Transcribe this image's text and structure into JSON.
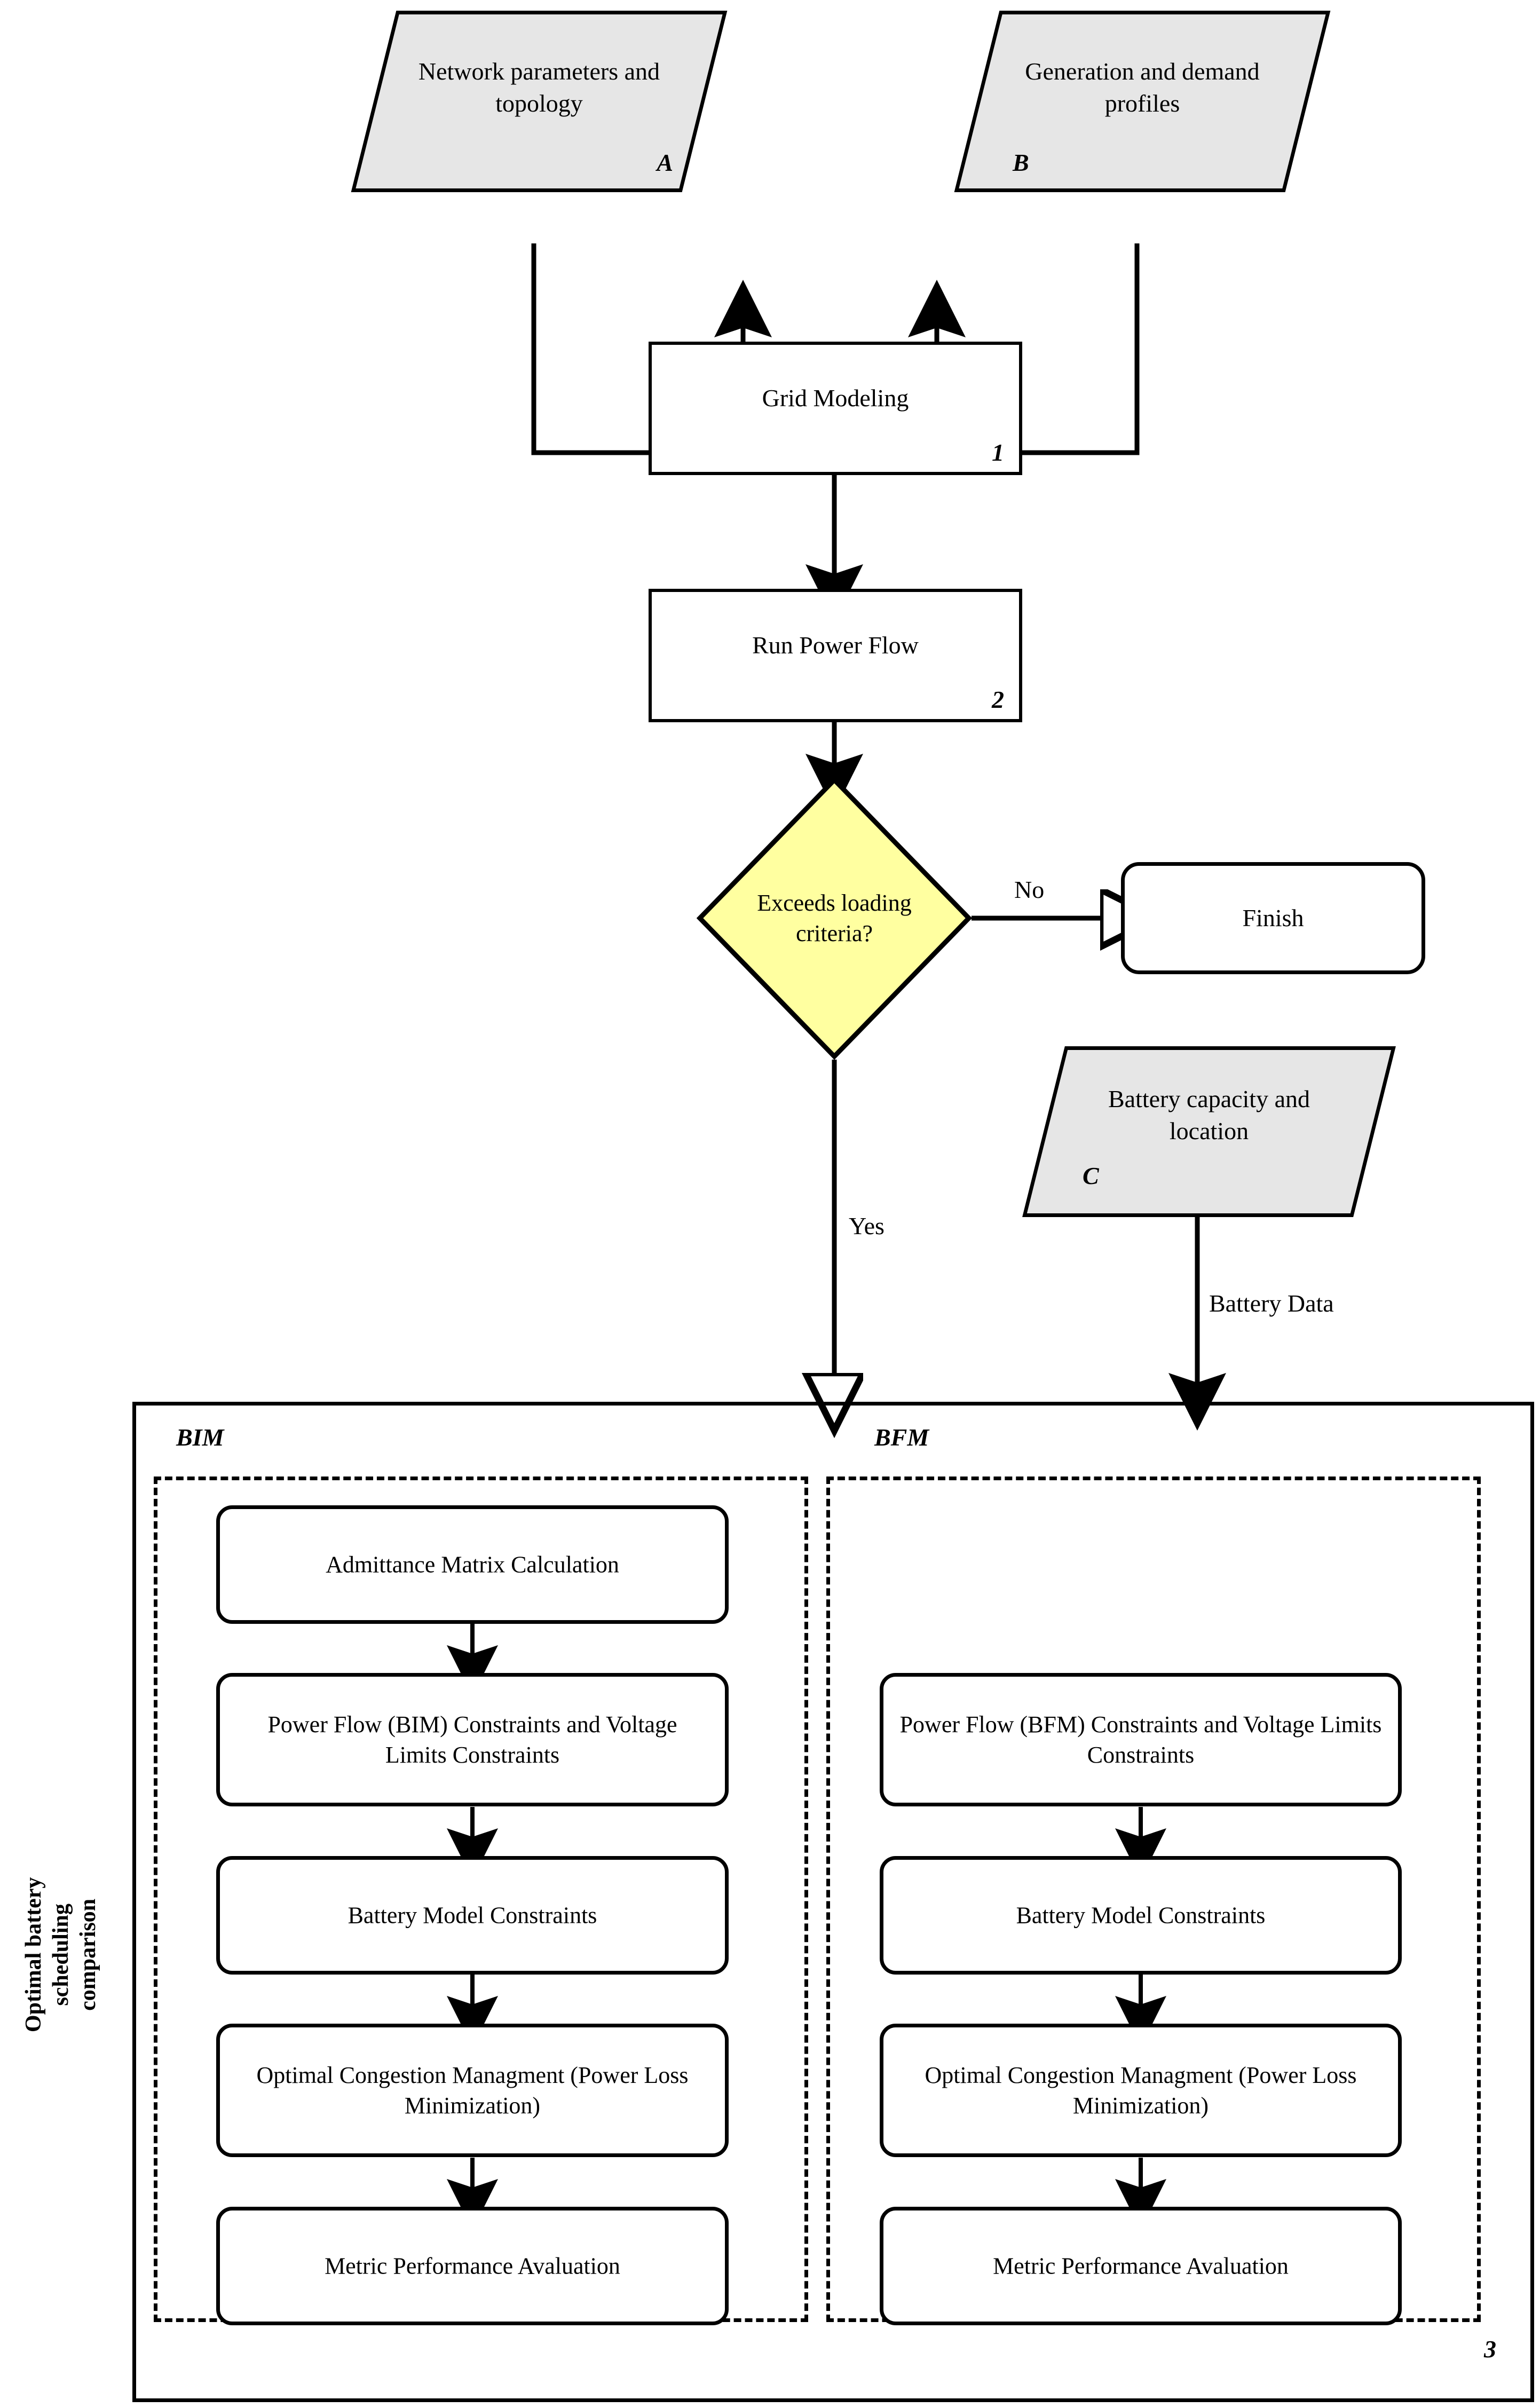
{
  "diagram": {
    "title_side_label": "Optimal battery\nscheduling\ncomparison",
    "colors": {
      "data_shape_fill": "#e6e6e6",
      "decision_fill": "#ffffa0",
      "stroke": "#000000",
      "process_fill": "#ffffff"
    }
  },
  "inputs": {
    "a": {
      "text": "Network parameters and topology",
      "tag": "A"
    },
    "b": {
      "text": "Generation and demand profiles",
      "tag": "B"
    },
    "c": {
      "text": "Battery capacity and location",
      "tag": "C"
    }
  },
  "process": {
    "grid_modeling": {
      "text": "Grid Modeling",
      "tag": "1"
    },
    "run_power_flow": {
      "text": "Run Power Flow",
      "tag": "2"
    },
    "finish": {
      "text": "Finish"
    }
  },
  "decision": {
    "text": "Exceeds loading criteria?",
    "yes_label": "Yes",
    "no_label": "No"
  },
  "edges": {
    "battery_data_label": "Battery Data"
  },
  "comparison": {
    "tag": "3",
    "bim": {
      "label": "BIM",
      "steps": [
        "Admittance Matrix Calculation",
        "Power Flow (BIM) Constraints and Voltage Limits Constraints",
        "Battery Model Constraints",
        "Optimal Congestion Managment (Power Loss Minimization)",
        "Metric Performance Avaluation"
      ]
    },
    "bfm": {
      "label": "BFM",
      "steps": [
        "Power Flow (BFM) Constraints and Voltage Limits Constraints",
        "Battery Model Constraints",
        "Optimal Congestion Managment (Power Loss Minimization)",
        "Metric Performance Avaluation"
      ]
    }
  }
}
